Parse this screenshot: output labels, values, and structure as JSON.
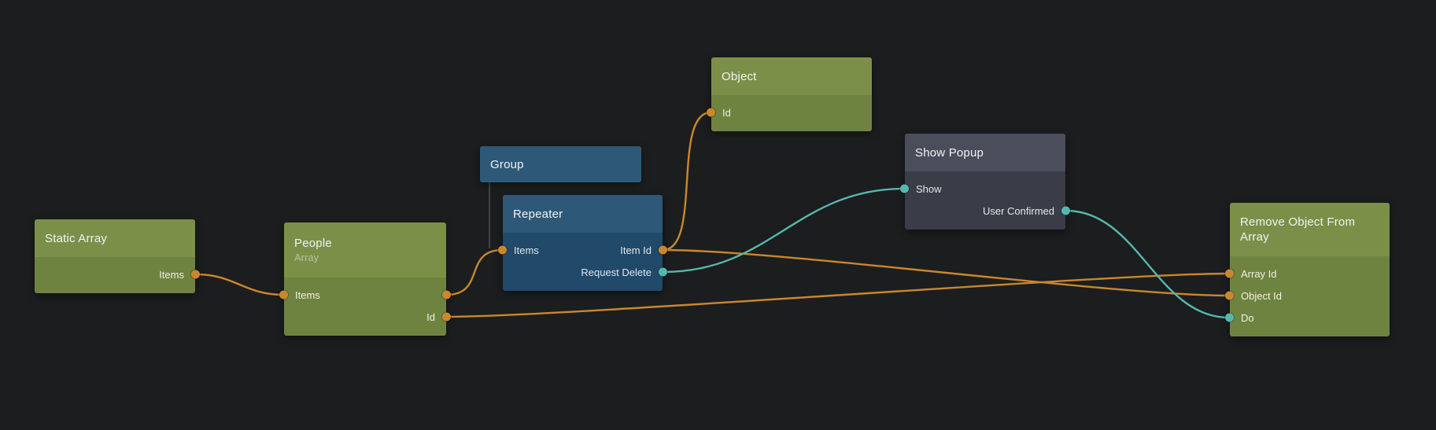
{
  "colors": {
    "orange": "#c9872e",
    "teal": "#55b8ae",
    "group_link": "#3f4347",
    "background": "#1c1d1e"
  },
  "nodes": {
    "static_array": {
      "title": "Static Array",
      "ports": {
        "items": "Items"
      }
    },
    "people": {
      "title": "People",
      "subtitle": "Array",
      "ports": {
        "items": "Items",
        "id": "Id"
      }
    },
    "group": {
      "title": "Group"
    },
    "repeater": {
      "title": "Repeater",
      "ports": {
        "items": "Items",
        "item_id": "Item Id",
        "request_delete": "Request Delete"
      }
    },
    "object": {
      "title": "Object",
      "ports": {
        "id": "Id"
      }
    },
    "show_popup": {
      "title": "Show Popup",
      "ports": {
        "show": "Show",
        "user_confirmed": "User Confirmed"
      }
    },
    "remove_object": {
      "title": "Remove Object From Array",
      "ports": {
        "array_id": "Array Id",
        "object_id": "Object Id",
        "do": "Do"
      }
    }
  },
  "edges": [
    {
      "from": "static-array.items-out",
      "to": "people.items-in",
      "color": "orange"
    },
    {
      "from": "people.items-out",
      "to": "repeater.items-in",
      "color": "orange"
    },
    {
      "from": "repeater.item-id-out",
      "to": "object.id-in",
      "color": "orange"
    },
    {
      "from": "people.id-out",
      "to": "remove.array-id-in",
      "color": "orange"
    },
    {
      "from": "repeater.item-id-out",
      "to": "remove.object-id-in",
      "color": "orange"
    },
    {
      "from": "repeater.request-delete-out",
      "to": "show-popup.show-in",
      "color": "teal"
    },
    {
      "from": "show-popup.user-confirmed-out",
      "to": "remove.do-in",
      "color": "teal"
    }
  ]
}
